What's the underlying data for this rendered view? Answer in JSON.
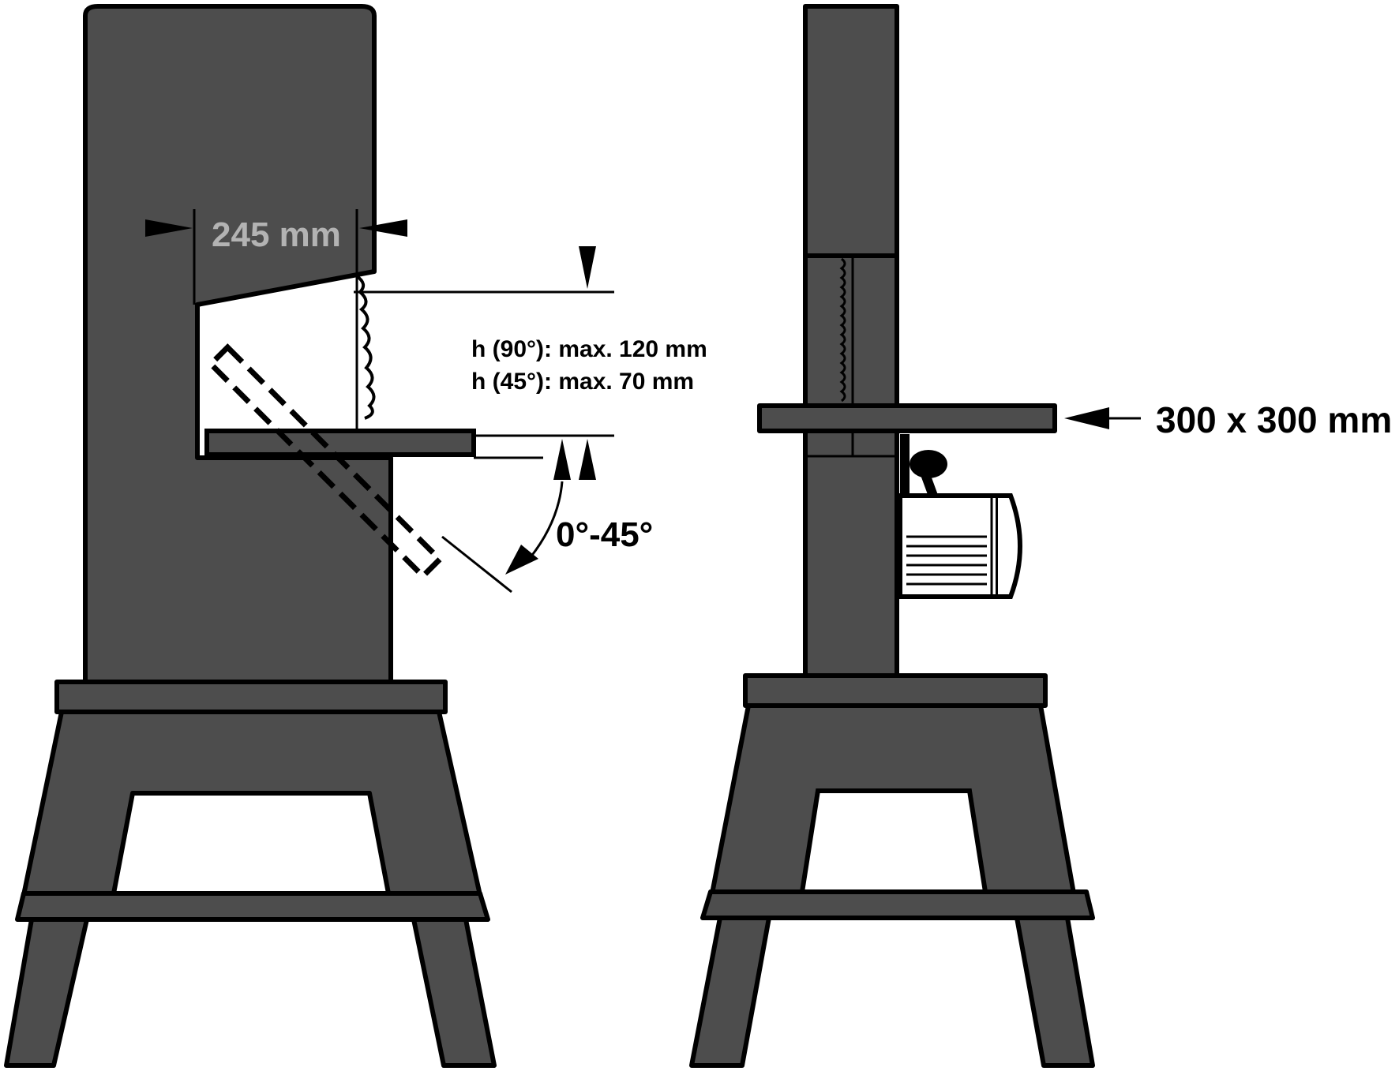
{
  "labels": {
    "throat_width": "245 mm",
    "height_90": "h (90°): max. 120 mm",
    "height_45": "h (45°): max. 70 mm",
    "tilt_range": "0°-45°",
    "table_size": "300 x 300 mm"
  },
  "colors": {
    "machine_body": "#4d4d4d",
    "outline": "#000000",
    "throat_label": "#b3b3b3",
    "background": "#ffffff"
  }
}
